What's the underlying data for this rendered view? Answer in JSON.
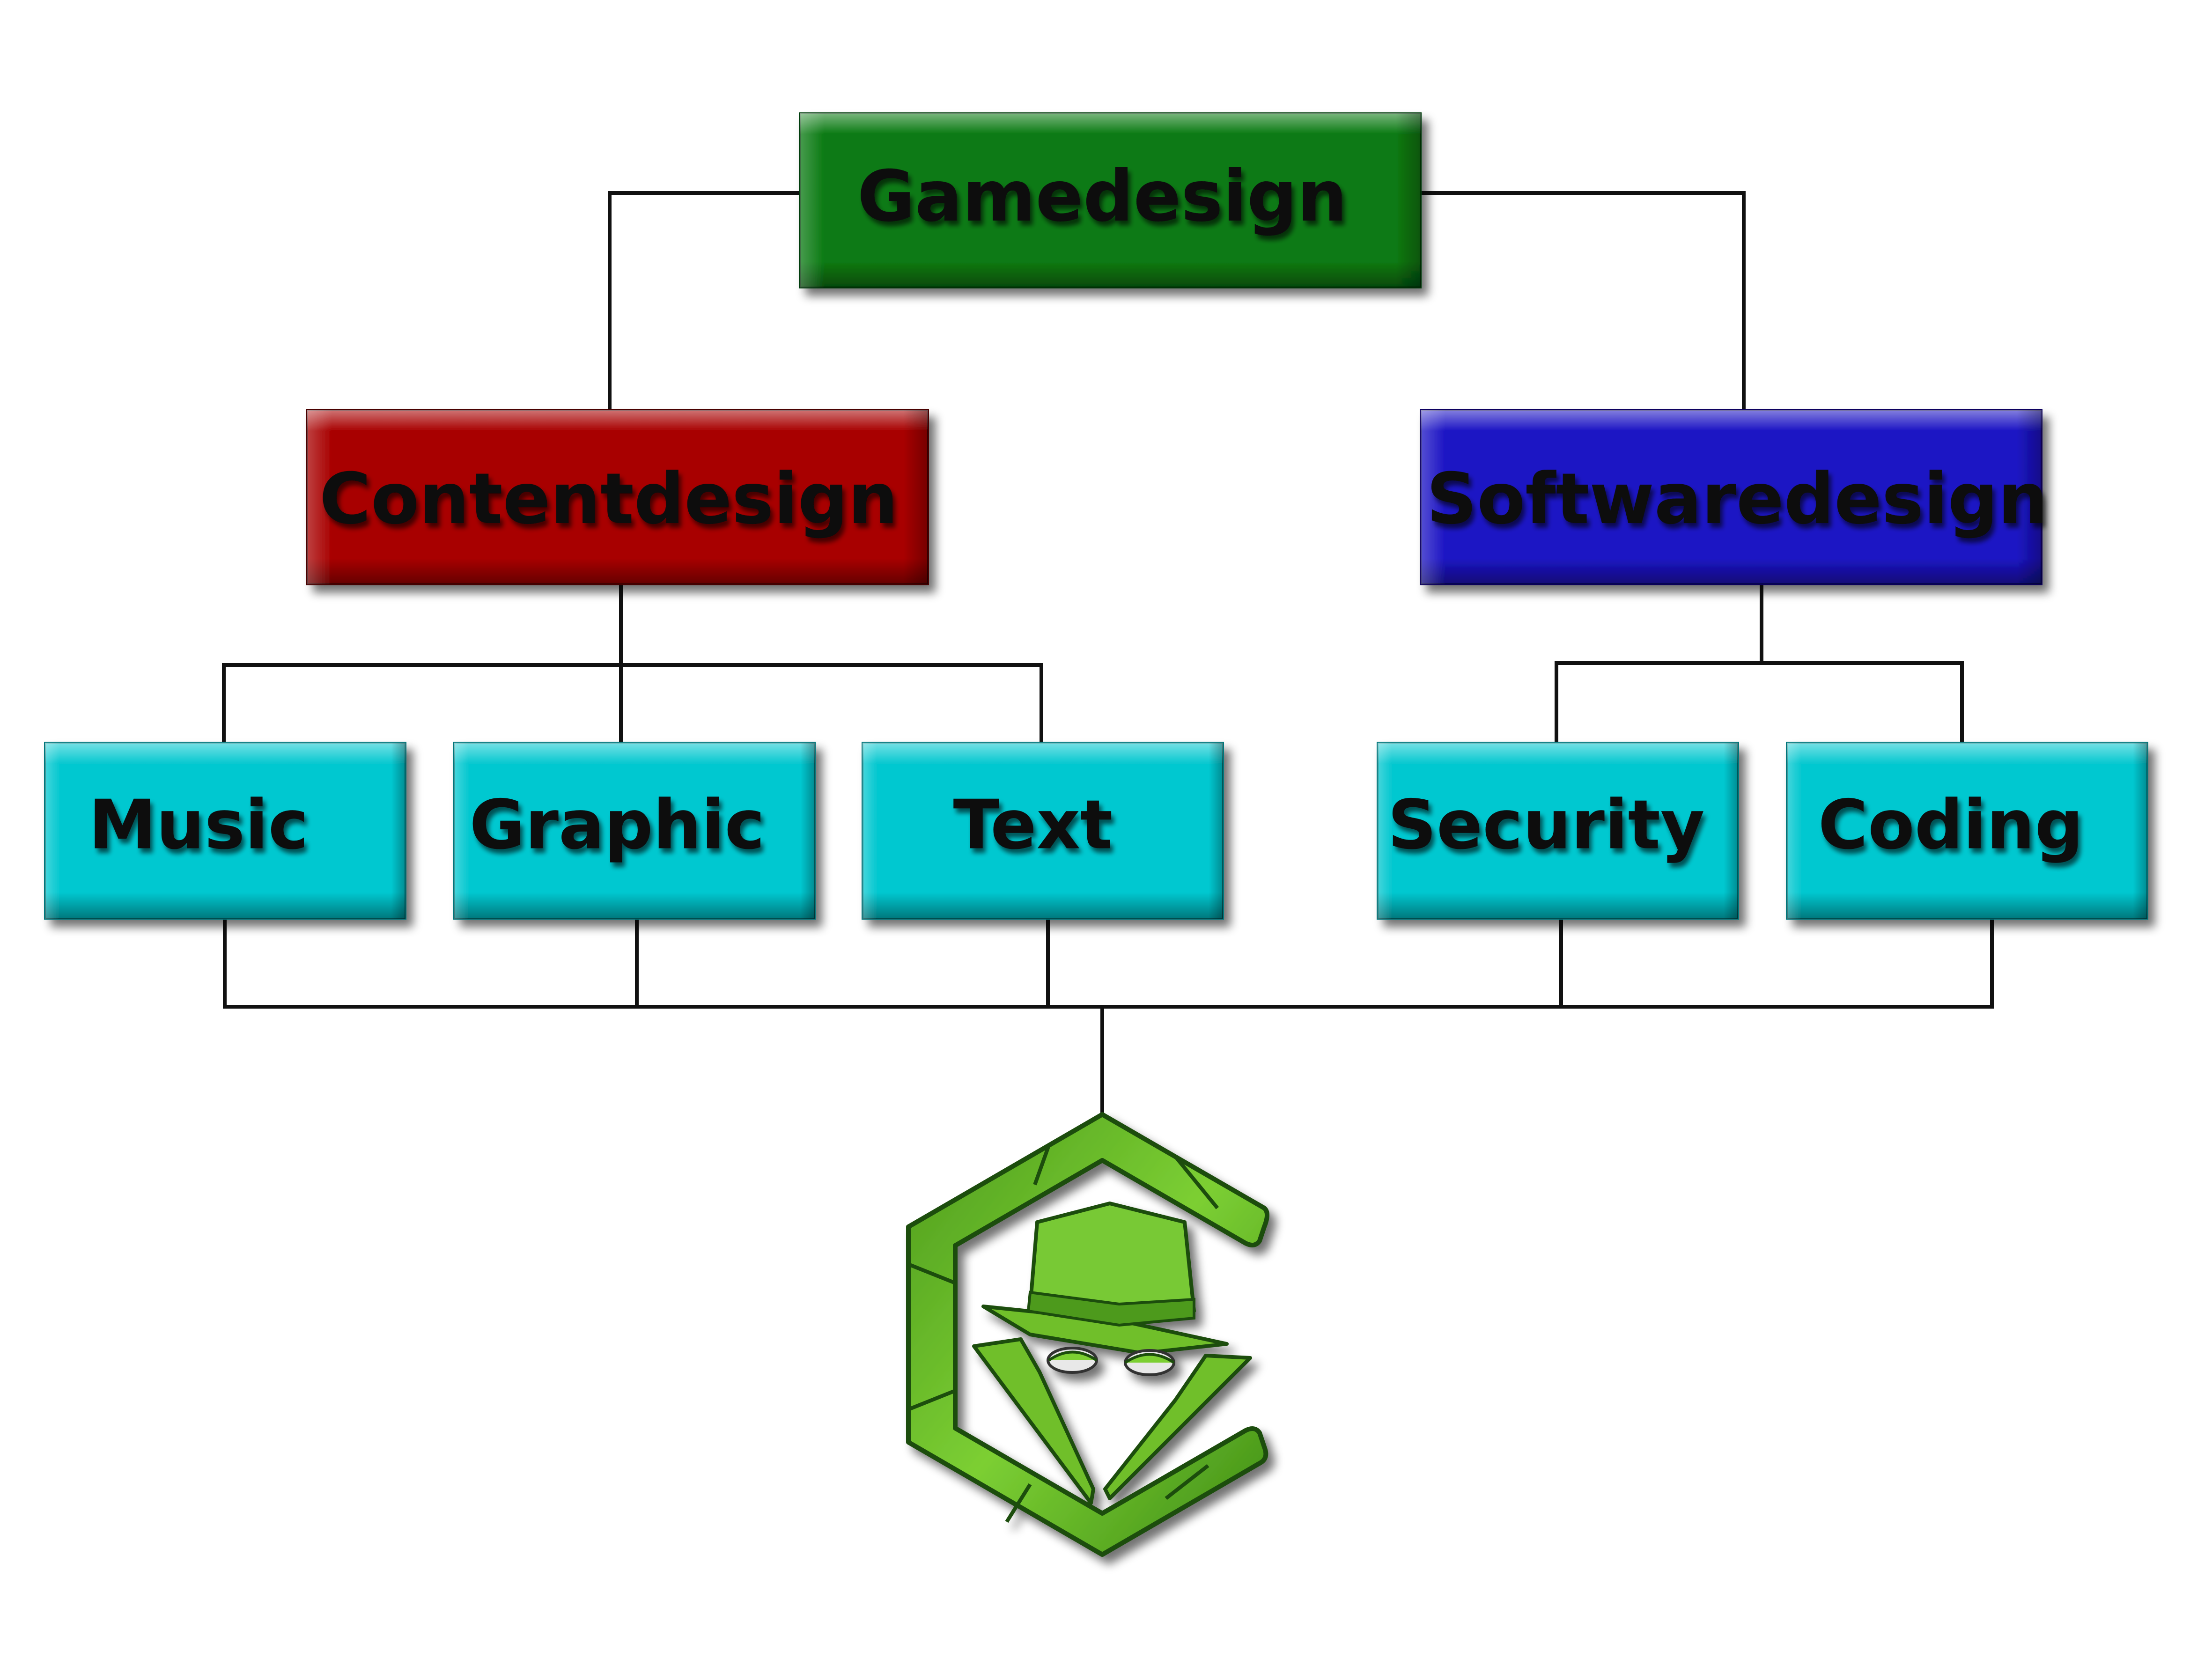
{
  "diagram": {
    "root": {
      "label": "Gamedesign",
      "color": "#0a7a12"
    },
    "branches": [
      {
        "label": "Contentdesign",
        "color": "#a80000",
        "children": [
          "Music",
          "Graphic",
          "Text"
        ]
      },
      {
        "label": "Softwaredesign",
        "color": "#1c14c4",
        "children": [
          "Security",
          "Coding"
        ]
      }
    ],
    "leaf_color": "#06c8d0",
    "logo": {
      "name": "hat-hexagon-logo",
      "color": "#6fbf2a"
    }
  }
}
